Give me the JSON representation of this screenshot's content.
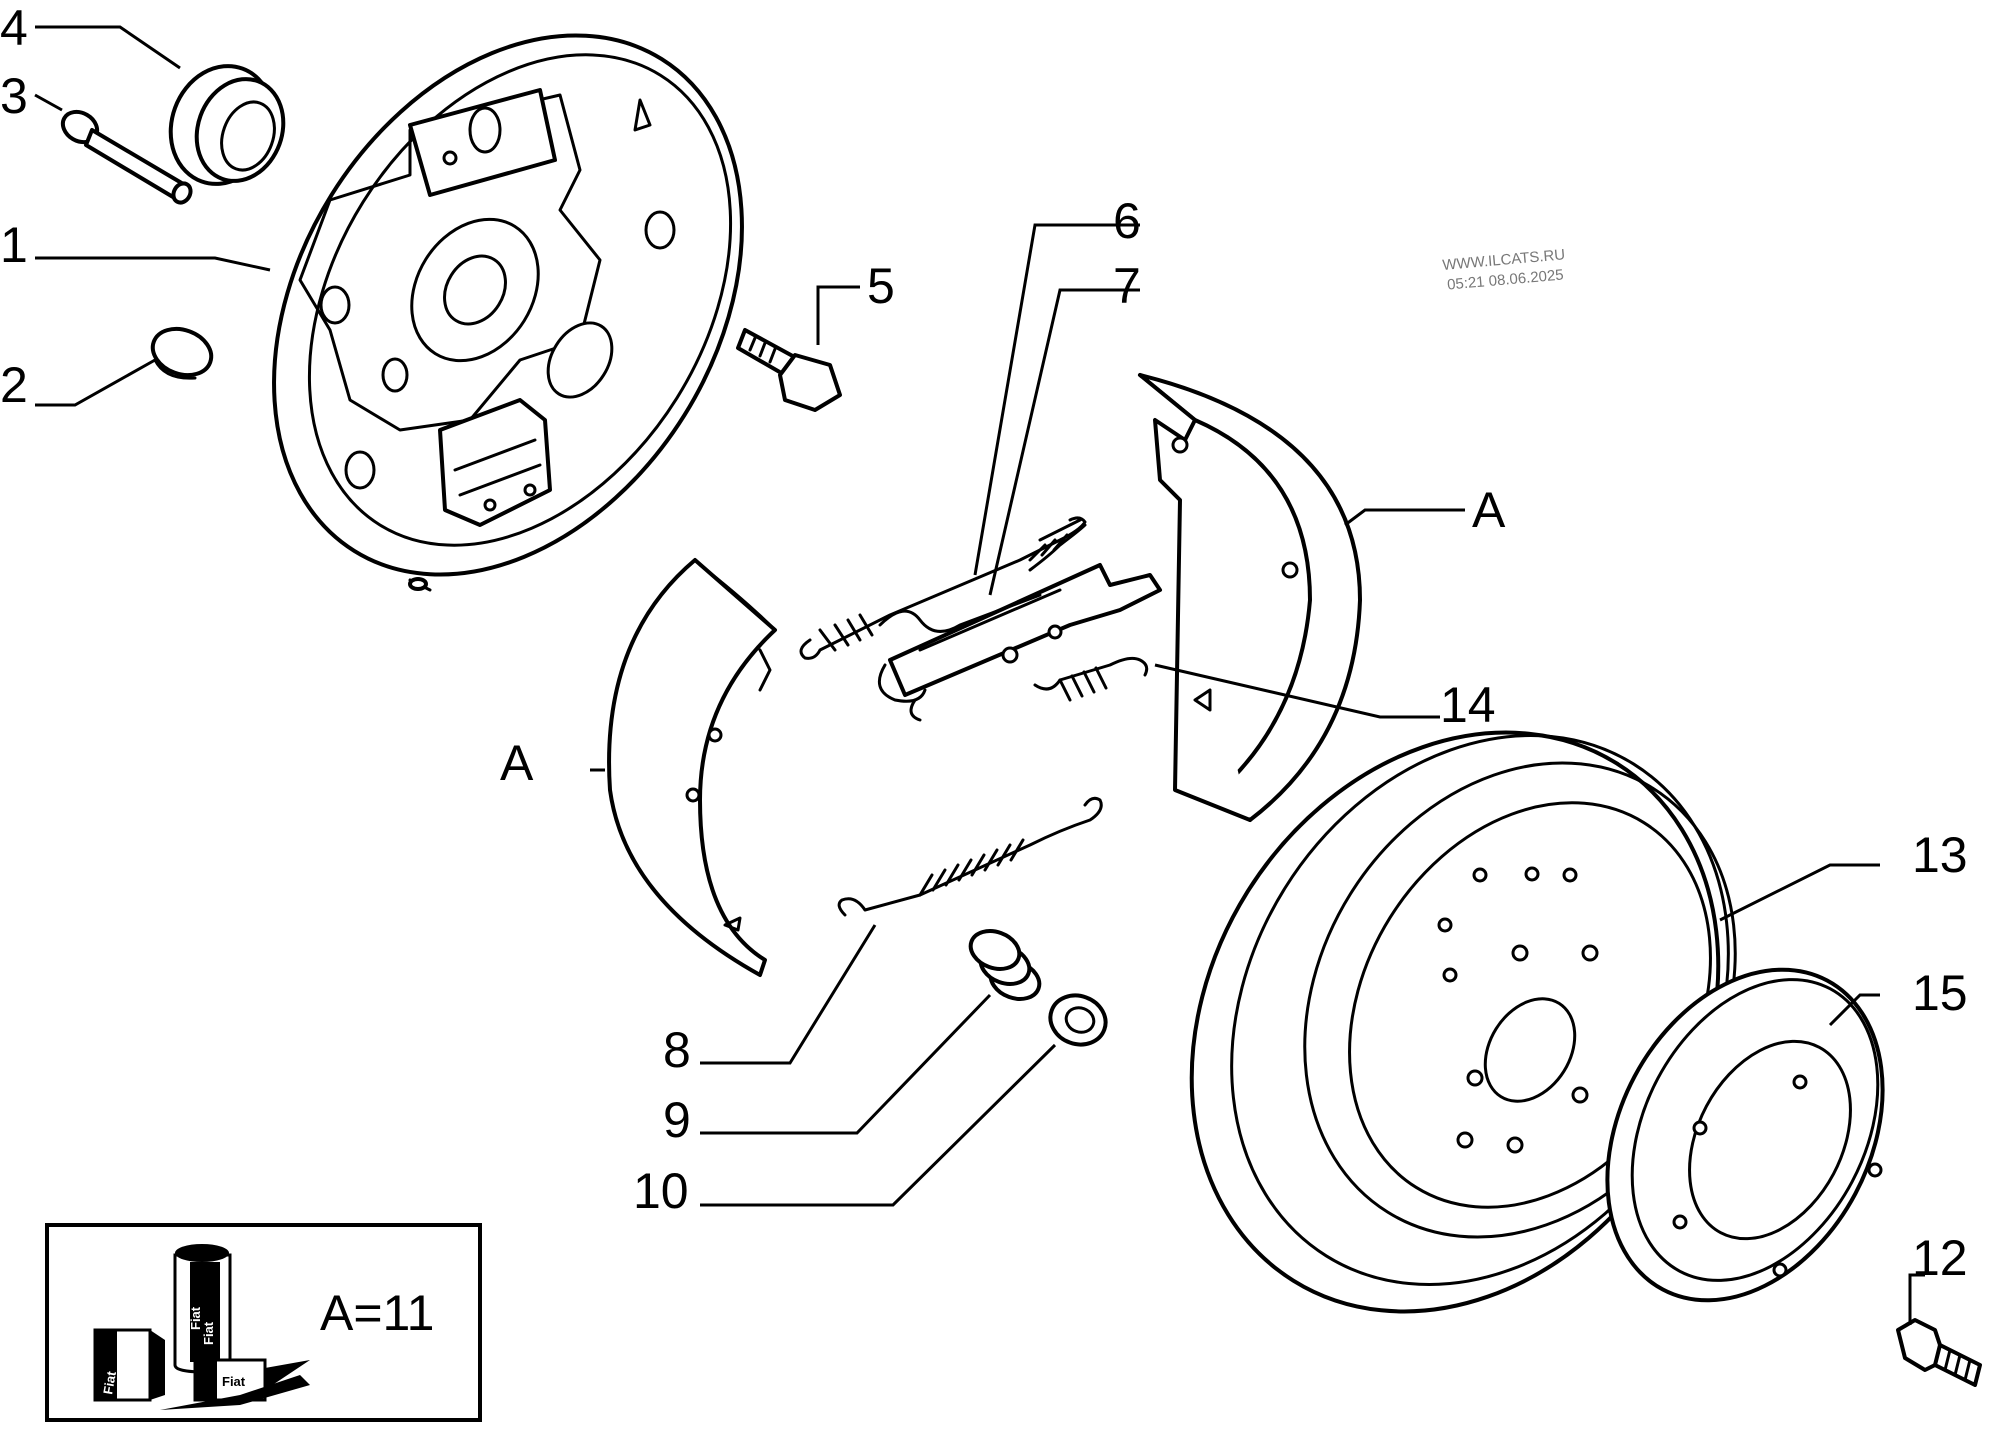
{
  "watermark": {
    "site": "WWW.ILCATS.RU",
    "timestamp": "05:21 08.06.2025"
  },
  "callouts": [
    {
      "id": "1",
      "label": "1"
    },
    {
      "id": "2",
      "label": "2"
    },
    {
      "id": "3",
      "label": "3"
    },
    {
      "id": "4",
      "label": "4"
    },
    {
      "id": "5",
      "label": "5"
    },
    {
      "id": "6",
      "label": "6"
    },
    {
      "id": "7",
      "label": "7"
    },
    {
      "id": "8",
      "label": "8"
    },
    {
      "id": "9",
      "label": "9"
    },
    {
      "id": "10",
      "label": "10"
    },
    {
      "id": "12",
      "label": "12"
    },
    {
      "id": "13",
      "label": "13"
    },
    {
      "id": "14",
      "label": "14"
    },
    {
      "id": "15",
      "label": "15"
    },
    {
      "id": "A-right",
      "label": "A"
    },
    {
      "id": "A-left",
      "label": "A"
    }
  ],
  "legend": {
    "equation": "A=11",
    "product_labels": [
      "Fiat",
      "Fiat",
      "Fiat",
      "Fiat"
    ]
  }
}
